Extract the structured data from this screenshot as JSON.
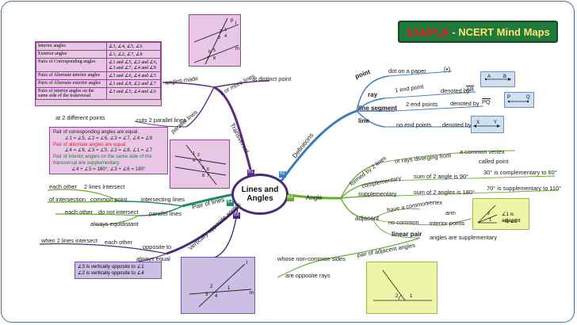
{
  "title": {
    "part1": "SAMPLE",
    "part2": "- NCERT Mind Maps"
  },
  "center": {
    "line1": "Lines and",
    "line2": "Angles"
  },
  "branches": {
    "transversal": "Transversal",
    "pair_of_lines": "Pair of lines",
    "vertically_opposite": "Vertically opposite angles",
    "definitions": "Definitions",
    "angle": "Angle",
    "b1": "B1",
    "b2": "B2",
    "b3": "B3",
    "b4": "B4",
    "b5": "B5"
  },
  "transversal": {
    "angles_made": "angles made",
    "two_or_more": "2 or more lines",
    "at_distinct": "at distinct point",
    "parallel_lines": "parallel lines",
    "at_two_points": "at 2 different points",
    "cuts_two": "cuts 2 parallel lines",
    "table": [
      [
        "Interior angles",
        "∠3, ∠4, ∠5, ∠6"
      ],
      [
        "Exterior angles",
        "∠1, ∠2, ∠7, ∠8"
      ],
      [
        "Pairs of Corresponding angles",
        "∠1 and ∠5, ∠2 and ∠6, ∠3 and ∠7, ∠4 and ∠8"
      ],
      [
        "Pairs of Alternate interior angles",
        "∠3 and ∠6, ∠4 and ∠5"
      ],
      [
        "Pairs of Alternate exterior angles",
        "∠1 and ∠8, ∠2 and ∠7"
      ],
      [
        "Pairs of interior angles on the same side of the transversal",
        "∠3 and ∠5, ∠4 and ∠6"
      ]
    ],
    "props": {
      "l1": "Pair of corresponding angles are equal.",
      "l2": "∠1 = ∠5, ∠2 = ∠6, ∠3 = ∠7, ∠4 = ∠8",
      "l3": "Pair of alternate angles are equal.",
      "l4": "∠4 = ∠6, ∠3 = ∠5, ∠2 = ∠8, ∠1 = ∠7",
      "l5": "Pair of interior angles on the same side of the",
      "l6": "transversal are supplementary.",
      "l7": "∠4 + ∠5 = 180°, ∠3 + ∠6 = 180°"
    }
  },
  "pair": {
    "each_other": "each other",
    "two_intersect": "2 lines intersect",
    "of_intersection": "of intersection",
    "common_point": "common point",
    "intersecting_lines": "intersecting lines",
    "each_other2": "each other",
    "do_not": "do not intersect",
    "parallel_lines": "parallel lines",
    "always_eq": "always equidistant"
  },
  "vert": {
    "when": "when 2 lines intersect",
    "each_other": "each other",
    "opposite_to": "opposite to",
    "always_equal": "always equal",
    "note1": "∠3 is vertically opposite to ∠1",
    "note2": "∠2 is vertically opposite to ∠4"
  },
  "defs": {
    "point": "point",
    "dot": "dot on a paper",
    "dot_sym": "(•)",
    "ray": "ray",
    "ray_end": "1 end point",
    "ray_denoted": "denoted by",
    "ray_sym": "AB",
    "segment": "line segment",
    "seg_end": "2 end points",
    "seg_denoted": "denoted by",
    "seg_sym": "PQ",
    "line": "line",
    "line_end": "no end points",
    "line_denoted": "denoted by",
    "line_sym": "XY",
    "A": "A",
    "B": "B",
    "P": "P",
    "Q": "Q",
    "X": "X",
    "Y": "Y"
  },
  "angle": {
    "formed": "formed by 2 lines",
    "rays": "or rays diverging from",
    "common_vertex": "a common vertex",
    "called_point": "called point",
    "complementary": "complementary",
    "comp_sum": "sum of 2 angle is 90°",
    "comp_ex": "30° is complementary to 60°",
    "supplementary": "supplementary",
    "supp_sum": "sum of 2 angles is 180°",
    "supp_ex": "70° is supplementary to 110°",
    "adjacent": "adjacent",
    "have_common": "have a common",
    "vertex": "vertex",
    "arm": "arm",
    "no_common": "no common",
    "interior_points": "interior points",
    "adj_note1": "∠1 is adjacent",
    "adj_note2": "to ∠2",
    "linear_pair": "linear pair",
    "supplementary_note": "angles are supplementary",
    "pair_adj": "pair of adjacent angles",
    "non_common": "whose non-common sides",
    "opposite_rays": "are opposite rays"
  },
  "figures": {
    "p": "p",
    "l": "l",
    "m": "m",
    "n1": "1",
    "n2": "2",
    "n3": "3",
    "n4": "4",
    "n5": "5",
    "n6": "6",
    "n7": "7",
    "n8": "8",
    "f3_1": "1",
    "f3_2": "2",
    "f3_3": "3",
    "f3_4": "4",
    "f3_5": "5",
    "f3_6": "6",
    "f3_7": "7",
    "f3_8": "8",
    "v_l": "l",
    "v_m": "m",
    "v_1": "1",
    "v_2": "2",
    "v_3": "3",
    "v_4": "4",
    "lp_1": "1",
    "lp_2": "2",
    "adj_1": "1",
    "adj_2": "2"
  },
  "colors": {
    "purple": "#5c2d82",
    "green": "#6aa832",
    "blue": "#3a7cc0",
    "teal": "#1f8a6a"
  }
}
